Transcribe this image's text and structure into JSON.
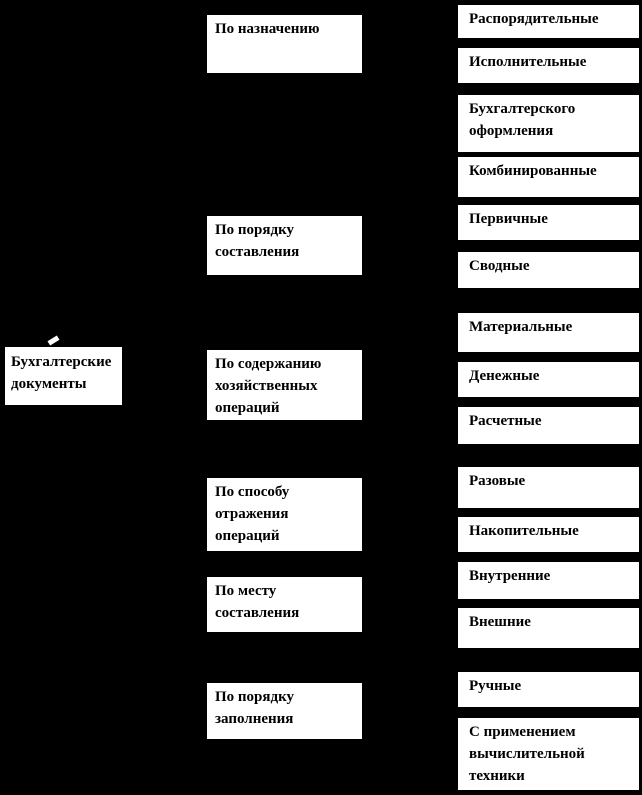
{
  "diagram": {
    "background_color": "#000000",
    "box_fill_color": "#ffffff",
    "text_color": "#000000",
    "root": {
      "label": "Бухгалтерские документы"
    },
    "categories": [
      {
        "label": "По назначению",
        "types": [
          "Распорядительные",
          "Исполнительные",
          "Бухгалтерского оформления",
          "Комбинированные"
        ]
      },
      {
        "label": "По порядку составления",
        "types": [
          "Первичные",
          "Сводные"
        ]
      },
      {
        "label": "По содержанию хозяйственных операций",
        "types": [
          "Материальные",
          "Денежные",
          "Расчетные"
        ]
      },
      {
        "label": "По способу отражения операций",
        "types": [
          "Разовые",
          "Накопительные"
        ]
      },
      {
        "label": "По месту составления",
        "types": [
          "Внутренние",
          "Внешние"
        ]
      },
      {
        "label": "По порядку заполнения",
        "types": [
          "Ручные",
          "С применением вычислительной техники"
        ]
      }
    ]
  }
}
